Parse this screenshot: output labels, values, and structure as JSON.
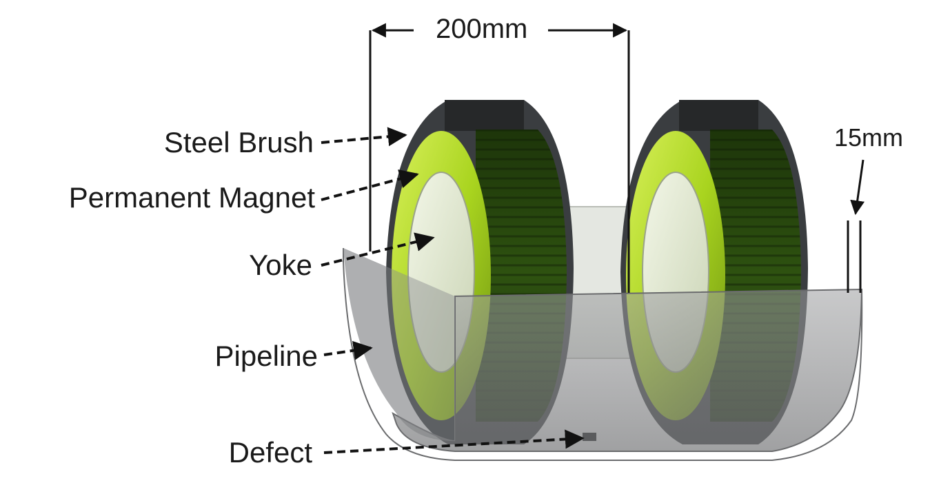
{
  "labels": {
    "steel_brush": "Steel Brush",
    "permanent_magnet": "Permanent Magnet",
    "yoke": "Yoke",
    "pipeline": "Pipeline",
    "defect": "Defect"
  },
  "dimensions": {
    "spacing": "200mm",
    "thickness": "15mm"
  },
  "colors": {
    "steel_brush": "#3a3d40",
    "magnet_bright": "#b6e02a",
    "magnet_dark": "#1f3a0c",
    "yoke": "#e2ead0",
    "pipeline": "#8f9092"
  }
}
